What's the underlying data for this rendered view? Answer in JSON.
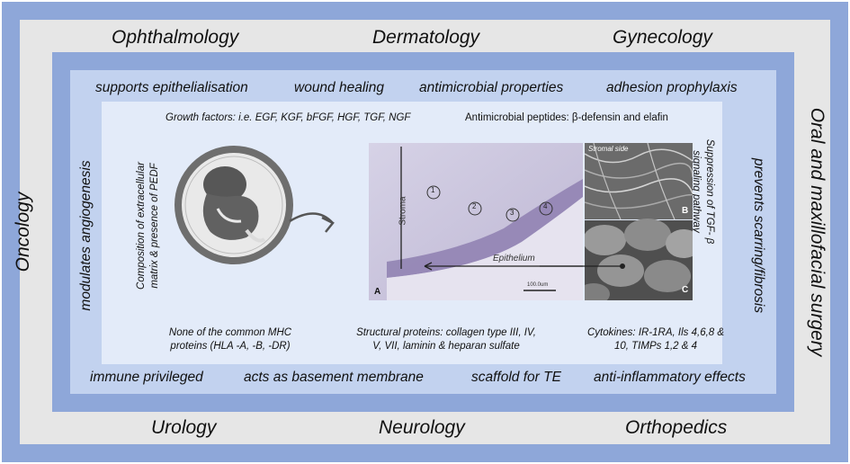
{
  "specialties": {
    "top": [
      "Ophthalmology",
      "Dermatology",
      "Gynecology"
    ],
    "bottom": [
      "Urology",
      "Neurology",
      "Orthopedics"
    ],
    "left": "Oncology",
    "right": "Oral and maxillofacial surgery"
  },
  "properties": {
    "top": [
      "supports epithelialisation",
      "wound healing",
      "antimicrobial properties",
      "adhesion prophylaxis"
    ],
    "bottom": [
      "immune privileged",
      "acts as basement membrane",
      "scaffold for TE",
      "anti-inflammatory effects"
    ],
    "left": "modulates angiogenesis",
    "right": "prevents scarring/fibrosis"
  },
  "components": {
    "growth_factors": "Growth factors:  i.e. EGF, KGF, bFGF, HGF, TGF, NGF",
    "antimicrobial_peptides": "Antimicrobial peptides: β-defensin and elafin",
    "extracellular_matrix": [
      "Composition of extracellular",
      "matrix & presence of PEDF"
    ],
    "tgf_suppression": [
      "Suppression of TGF- β",
      "signaling pathway"
    ],
    "mhc": [
      "None of the common MHC",
      "proteins (HLA -A, -B, -DR)"
    ],
    "structural_proteins": [
      "Structural proteins: collagen type III, IV,",
      "V, VII, laminin & heparan sulfate"
    ],
    "cytokines": [
      "Cytokines: IR-1RA, Ils 4,6,8 &",
      "10, TIMPs 1,2 & 4"
    ]
  },
  "micrograph": {
    "stroma_label": "Stroma",
    "epithelium_label": "Epithelium",
    "panel_a": "A",
    "panel_b": "B",
    "panel_c": "C",
    "stromal_side": "Stromal side",
    "scale_bar": "100.0um",
    "markers": [
      "1",
      "2",
      "3",
      "4"
    ]
  },
  "colors": {
    "outer_frame": "#8ea7d9",
    "gray_frame": "#e6e6e6",
    "mid_frame": "#c2d2ef",
    "inner_panel": "#e3ebf9"
  }
}
